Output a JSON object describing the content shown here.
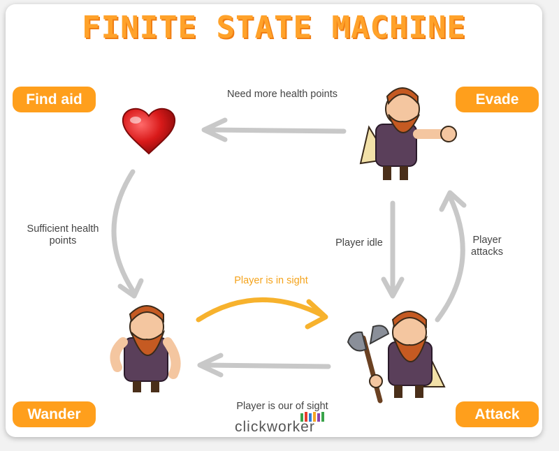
{
  "title": "FINITE STATE MACHINE",
  "states": {
    "find_aid": "Find aid",
    "evade": "Evade",
    "wander": "Wander",
    "attack": "Attack"
  },
  "transitions": {
    "need_health": "Need more health points",
    "sufficient_health": "Sufficient health points",
    "player_idle": "Player idle",
    "player_attacks": "Player attacks",
    "player_in_sight": "Player is in sight",
    "player_out_of_sight": "Player is our of sight"
  },
  "logo": "clickworker",
  "colors": {
    "accent": "#ff9f1c",
    "title": "#ffa22a",
    "arrow": "#c8c8c8",
    "highlight_arrow": "#f7b22d",
    "heart": "#d91a1a"
  },
  "icons": [
    "heart-icon",
    "dwarf-evade-icon",
    "dwarf-wander-icon",
    "dwarf-attack-icon",
    "axe-icon"
  ]
}
